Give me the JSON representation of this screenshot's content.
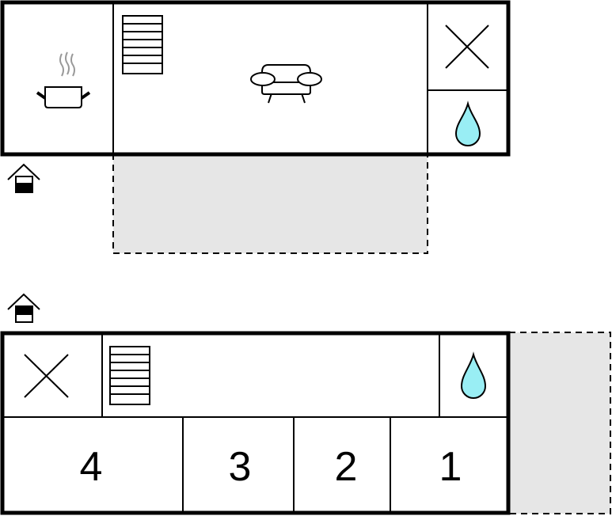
{
  "floors": {
    "upper": {
      "rooms": [
        {
          "type": "kitchen",
          "icon": "cooking-pot-icon"
        },
        {
          "type": "living-room",
          "icons": [
            "stairs-icon",
            "sofa-icon"
          ]
        },
        {
          "type": "storage",
          "icon": "x-mark-icon"
        },
        {
          "type": "bathroom",
          "icon": "water-drop-icon"
        }
      ],
      "terrace": "shaded",
      "entrance_icon": "house-entrance-icon"
    },
    "lower": {
      "rooms": [
        {
          "type": "storage",
          "icon": "x-mark-icon"
        },
        {
          "type": "hall",
          "icon": "stairs-icon"
        },
        {
          "type": "bathroom",
          "icon": "water-drop-icon"
        }
      ],
      "bedrooms": [
        {
          "number": "4"
        },
        {
          "number": "3"
        },
        {
          "number": "2"
        },
        {
          "number": "1"
        }
      ],
      "terrace": "shaded",
      "entrance_icon": "house-entrance-icon"
    }
  },
  "colors": {
    "wall": "#000000",
    "terrace_fill": "#e6e6e6",
    "water_fill": "#99eef4"
  }
}
